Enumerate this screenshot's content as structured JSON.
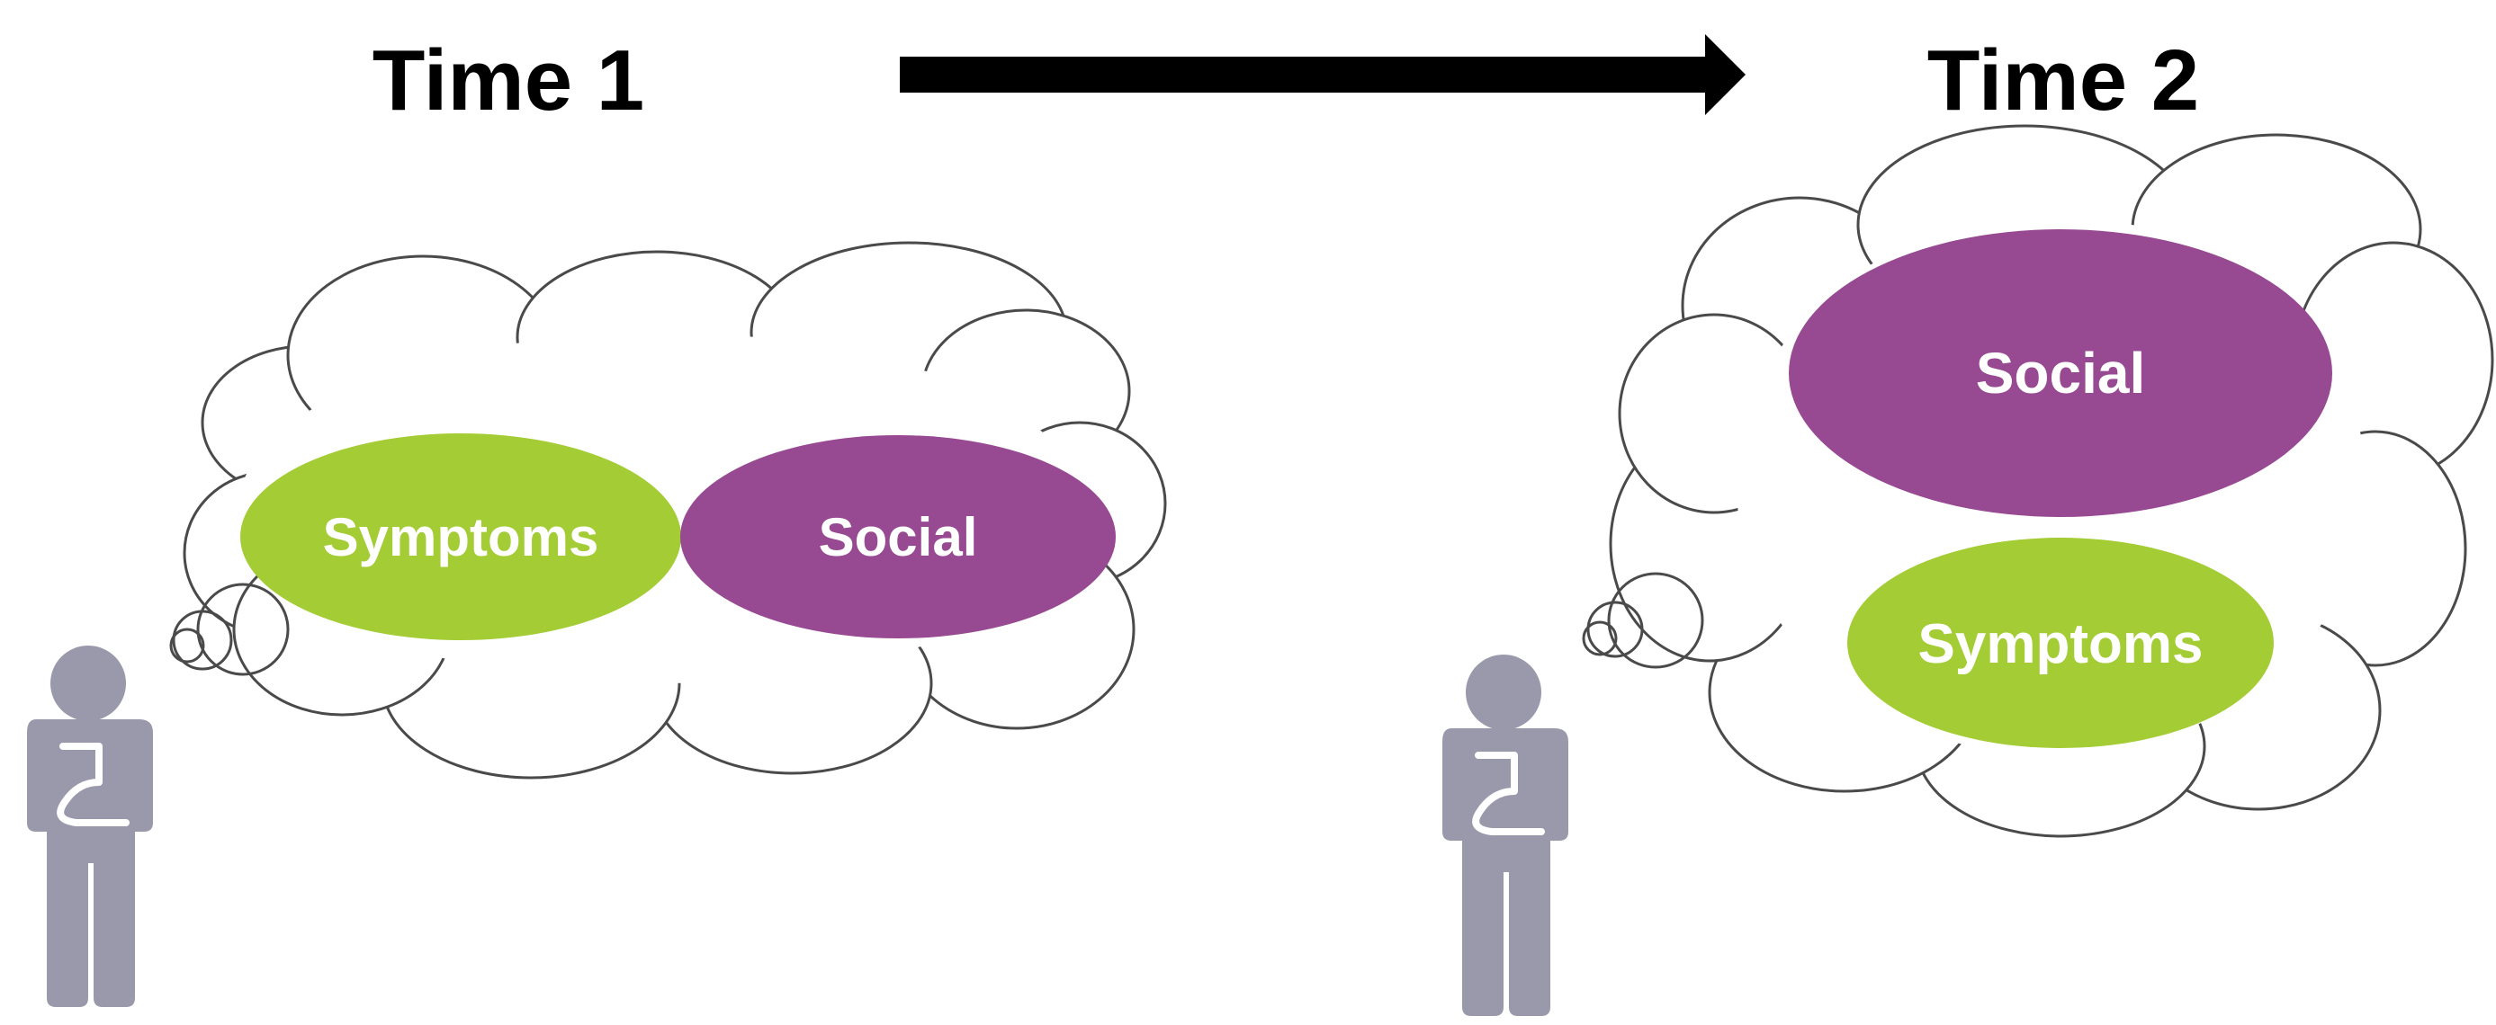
{
  "headings": {
    "time1": "Time 1",
    "time2": "Time 2"
  },
  "panels": [
    {
      "id": "time1",
      "bubbles": [
        {
          "label": "Symptoms",
          "category": "symptoms"
        },
        {
          "label": "Social",
          "category": "social"
        }
      ]
    },
    {
      "id": "time2",
      "bubbles": [
        {
          "label": "Social",
          "category": "social"
        },
        {
          "label": "Symptoms",
          "category": "symptoms"
        }
      ]
    }
  ],
  "colors": {
    "symptoms": "#a4cc34",
    "social": "#974a91",
    "person": "#9a99ab",
    "arrow": "#000000",
    "cloud_stroke": "#4a4a4a",
    "text_heading": "#000000",
    "text_bubble": "#ffffff"
  },
  "icons": {
    "arrow": "right-arrow-icon",
    "person": "thinking-person-icon",
    "cloud": "thought-cloud-icon"
  }
}
